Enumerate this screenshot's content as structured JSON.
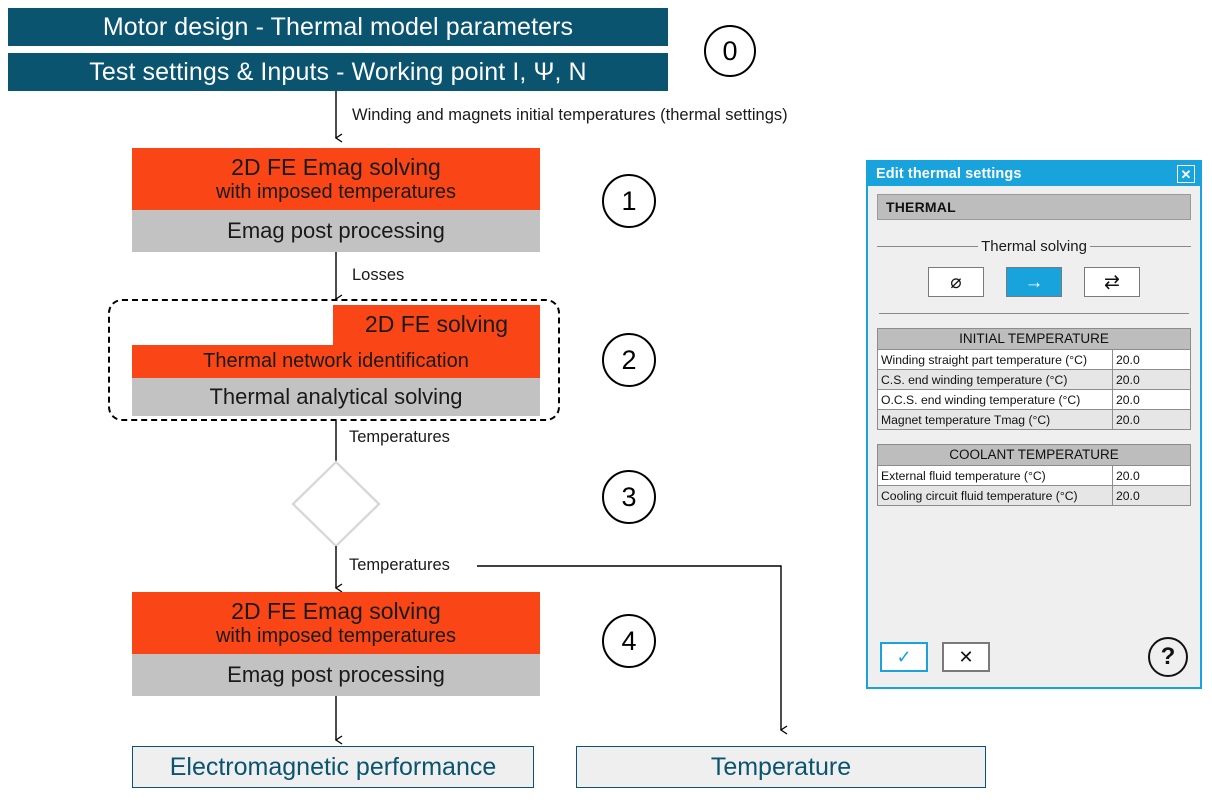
{
  "flow": {
    "header_bars": [
      {
        "label": "Motor design - Thermal model parameters"
      },
      {
        "label": "Test settings & Inputs - Working point I, Ψ, N"
      }
    ],
    "steps": [
      {
        "number": "0"
      },
      {
        "number": "1"
      },
      {
        "number": "2"
      },
      {
        "number": "3"
      },
      {
        "number": "4"
      }
    ],
    "edge_labels": {
      "initial_temps": "Winding and magnets initial temperatures (thermal settings)",
      "losses": "Losses",
      "temperatures_1": "Temperatures",
      "temperatures_2": "Temperatures"
    },
    "step1": {
      "title_line1": "2D FE Emag solving",
      "title_line2": "with imposed temperatures",
      "subtitle": "Emag post processing"
    },
    "step2": {
      "fe_solving": "2D FE solving",
      "network_id": "Thermal network identification",
      "analytical": "Thermal analytical solving"
    },
    "step4": {
      "title_line1": "2D FE Emag solving",
      "title_line2": "with imposed temperatures",
      "subtitle": "Emag post processing"
    },
    "results": [
      {
        "label": "Electromagnetic performance"
      },
      {
        "label": "Temperature"
      }
    ],
    "colors": {
      "teal": "#0a5470",
      "orange": "#fa4616",
      "gray": "#c2c2c2",
      "result_fill": "#efefef"
    }
  },
  "dialog": {
    "title": "Edit thermal settings",
    "close_label": "✕",
    "section_header": "THERMAL",
    "thermal_solving": {
      "legend": "Thermal solving",
      "options": [
        {
          "name": "no-thermal-solving",
          "glyph": "⌀",
          "selected": false
        },
        {
          "name": "one-way-coupling",
          "glyph": "→",
          "selected": true
        },
        {
          "name": "two-way-coupling",
          "glyph": "⇄",
          "selected": false
        }
      ]
    },
    "initial_temperature": {
      "caption": "INITIAL TEMPERATURE",
      "rows": [
        {
          "label": "Winding straight part temperature (°C)",
          "value": "20.0"
        },
        {
          "label": "C.S. end winding temperature (°C)",
          "value": "20.0"
        },
        {
          "label": "O.C.S. end winding temperature (°C)",
          "value": "20.0"
        },
        {
          "label": "Magnet temperature Tmag (°C)",
          "value": "20.0"
        }
      ]
    },
    "coolant_temperature": {
      "caption": "COOLANT TEMPERATURE",
      "rows": [
        {
          "label": "External fluid temperature (°C)",
          "value": "20.0"
        },
        {
          "label": "Cooling circuit fluid temperature (°C)",
          "value": "20.0"
        }
      ]
    },
    "footer": {
      "ok_glyph": "✓",
      "cancel_glyph": "✕",
      "help_glyph": "?"
    },
    "colors": {
      "accent": "#18a3dc",
      "panel": "#efefef",
      "header_gray": "#bdbdbd"
    }
  }
}
